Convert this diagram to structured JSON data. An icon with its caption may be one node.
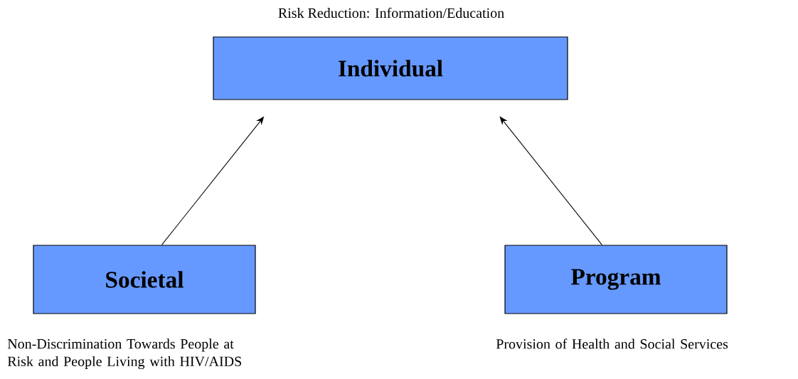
{
  "diagram": {
    "nodes": [
      {
        "text": [
          "Individual"
        ],
        "beside": [
          "Risk Reduction: Information/Education"
        ]
      },
      {
        "text": [
          "Societal"
        ],
        "beside": [
          "Non-Discrimination Towards People at Risk and People Living with HIV/AIDS"
        ]
      },
      {
        "text": [
          "Program"
        ],
        "beside": [
          "Provision of Health and Social Services"
        ]
      }
    ],
    "edges": [
      {
        "from": 1,
        "to": 0,
        "arrow": "to"
      },
      {
        "from": 2,
        "to": 0,
        "arrow": "to"
      }
    ]
  }
}
